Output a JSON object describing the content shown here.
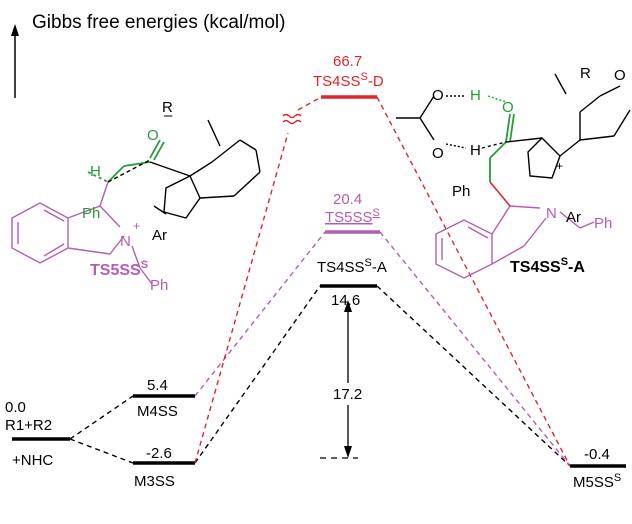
{
  "title": "Gibbs free energies (kcal/mol)",
  "colors": {
    "black": "#000000",
    "red": "#e0262a",
    "purple": "#b45db4",
    "green": "#2a9a3a"
  },
  "levels": {
    "r": {
      "value": "0.0",
      "name1": "R1+R2",
      "name2": "+NHC"
    },
    "m3": {
      "value": "-2.6",
      "name": "M3SS"
    },
    "m4": {
      "value": "5.4",
      "name": "M4SS"
    },
    "tsa": {
      "value": "14.6",
      "name": "TS4SS",
      "sup": "S",
      "suffix": "-A"
    },
    "ts5": {
      "value": "20.4",
      "name": "TS5SS",
      "sup": "S"
    },
    "tsd": {
      "value": "66.7",
      "name": "TS4SS",
      "sup": "S",
      "suffix": "-D"
    },
    "m5": {
      "value": "-0.4",
      "name": "M5SS",
      "sup": "S"
    }
  },
  "barrier": "17.2",
  "structures": {
    "left": {
      "label": "TS5SS",
      "sup": "S",
      "atoms": {
        "r": "R",
        "o": "O",
        "o_minus": "–",
        "h": "H",
        "ph": "Ph",
        "n": "N",
        "n_plus": "+",
        "ar": "Ar",
        "ph2": "Ph"
      }
    },
    "right": {
      "label": "TS4SS",
      "sup": "S",
      "suffix": "-A",
      "atoms": {
        "r": "R",
        "o_ring": "O",
        "o1": "O",
        "o2": "O",
        "o3": "O",
        "h1": "H",
        "h2": "H",
        "ph": "Ph",
        "n": "N",
        "n_plus": "+",
        "ar": "Ar",
        "ph2": "Ph"
      }
    }
  }
}
